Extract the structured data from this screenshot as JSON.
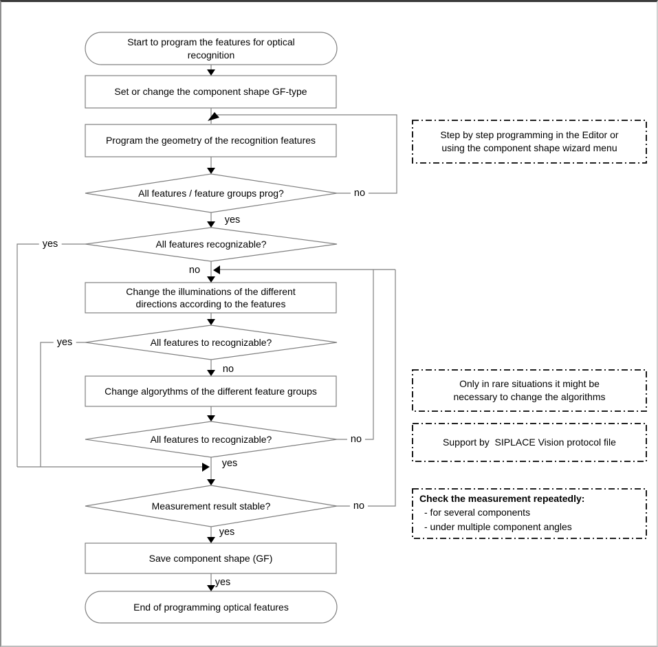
{
  "diagram": {
    "nodes": {
      "start": "Start to program the features for optical recognition",
      "set_shape": "Set or change the component shape GF-type",
      "program_geometry": "Program the geometry of the recognition features",
      "all_features_prog": "All features / feature groups prog?",
      "all_features_recognizable": "All features recognizable?",
      "change_illuminations": "Change the illuminations of the different directions according to the features",
      "all_features_to_recognizable_1": "All features to recognizable?",
      "change_algorithms": "Change algorythms of the different feature groups",
      "all_features_to_recognizable_2": "All features to recognizable?",
      "measurement_stable": "Measurement result stable?",
      "save_shape": "Save component shape (GF)",
      "end": "End of programming optical features"
    },
    "edge_labels": {
      "yes": "yes",
      "no": "no"
    },
    "notes": [
      {
        "text": "Step by step programming in the Editor or using the component shape wizard menu"
      },
      {
        "text": "Only in rare situations it might be necessary to change the algorithms"
      },
      {
        "text": "Support by  SIPLACE Vision protocol file"
      },
      {
        "title": "Check the measurement repeatedly:",
        "items": [
          "- for several components",
          "- under multiple component angles"
        ]
      }
    ],
    "colors": {
      "shape_stroke": "#7f7f7f",
      "arrow_fill": "#000000",
      "note_border": "#000000",
      "text": "#000000",
      "background": "#ffffff"
    }
  }
}
